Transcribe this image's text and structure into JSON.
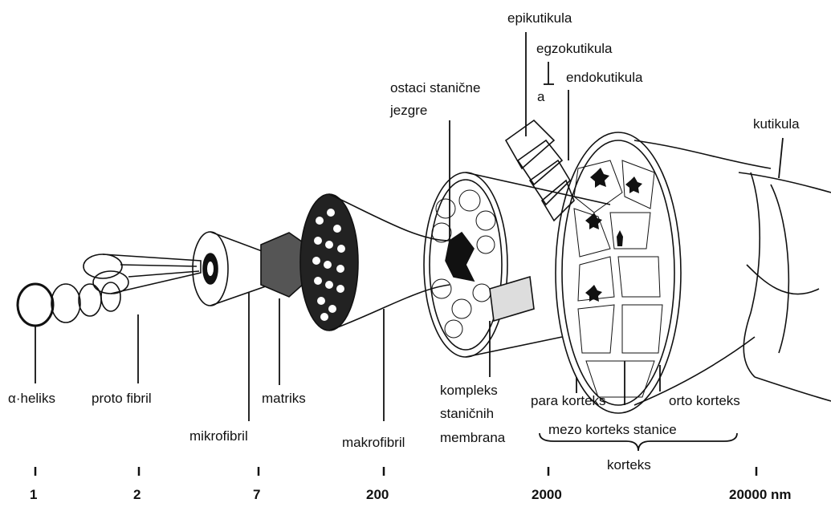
{
  "labels": {
    "alpha_heliks": "α·heliks",
    "proto_fibril": "proto fibril",
    "mikrofibril": "mikrofibril",
    "matriks": "matriks",
    "makrofibril": "makrofibril",
    "ostaci_line1": "ostaci stanične",
    "ostaci_line2": "jezgre",
    "kompleks_line1": "kompleks",
    "kompleks_line2": "staničnih",
    "kompleks_line3": "membrana",
    "epikutikula": "epikutikula",
    "egzokutikula": "egzokutikula",
    "a_mark": "a",
    "endokutikula": "endokutikula",
    "kutikula": "kutikula",
    "para_korteks": "para korteks",
    "orto_korteks": "orto korteks",
    "mezo_korteks": "mezo korteks stanice",
    "korteks": "korteks"
  },
  "scale": {
    "ticks": [
      "1",
      "2",
      "7",
      "200",
      "2000",
      "20000 nm"
    ]
  }
}
